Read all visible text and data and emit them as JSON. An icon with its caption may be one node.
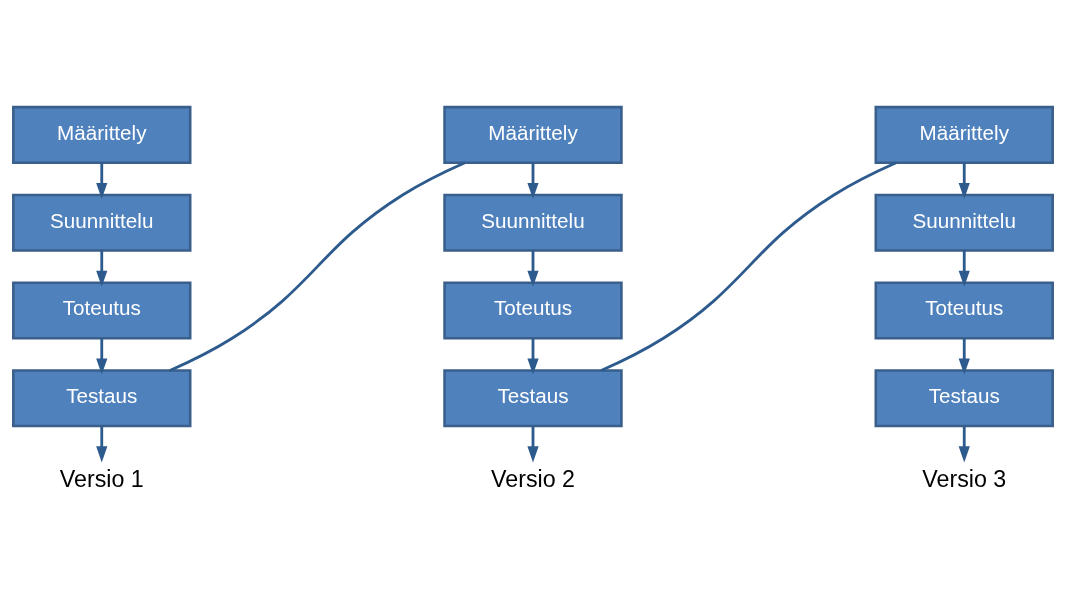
{
  "diagram": {
    "nodes": [
      {
        "text": [
          "Määrittely"
        ]
      },
      {
        "text": [
          "Suunnittelu"
        ]
      },
      {
        "text": [
          "Toteutus"
        ]
      },
      {
        "text": [
          "Testaus"
        ]
      },
      {
        "text": [
          "Määrittely"
        ]
      },
      {
        "text": [
          "Suunnittelu"
        ]
      },
      {
        "text": [
          "Toteutus"
        ]
      },
      {
        "text": [
          "Testaus"
        ]
      },
      {
        "text": [
          "Määrittely"
        ]
      },
      {
        "text": [
          "Suunnittelu"
        ]
      },
      {
        "text": [
          "Toteutus"
        ]
      },
      {
        "text": [
          "Testaus"
        ]
      },
      {
        "text": [
          "Versio 1"
        ]
      },
      {
        "text": [
          "Versio 2"
        ]
      },
      {
        "text": [
          "Versio 3"
        ]
      }
    ],
    "edges": [
      {
        "from": 0,
        "to": 1,
        "arrow": "to"
      },
      {
        "from": 1,
        "to": 2,
        "arrow": "to"
      },
      {
        "from": 2,
        "to": 3,
        "arrow": "to"
      },
      {
        "from": 3,
        "to": 4,
        "arrow": "none"
      },
      {
        "from": 4,
        "to": 5,
        "arrow": "to"
      },
      {
        "from": 5,
        "to": 6,
        "arrow": "to"
      },
      {
        "from": 6,
        "to": 7,
        "arrow": "to"
      },
      {
        "from": 7,
        "to": 8,
        "arrow": "none"
      },
      {
        "from": 8,
        "to": 9,
        "arrow": "to"
      },
      {
        "from": 9,
        "to": 10,
        "arrow": "to"
      },
      {
        "from": 10,
        "to": 11,
        "arrow": "to"
      },
      {
        "from": 3,
        "to": 12,
        "arrow": "to"
      },
      {
        "from": 7,
        "to": 13,
        "arrow": "to"
      },
      {
        "from": 11,
        "to": 14,
        "arrow": "to"
      }
    ]
  }
}
